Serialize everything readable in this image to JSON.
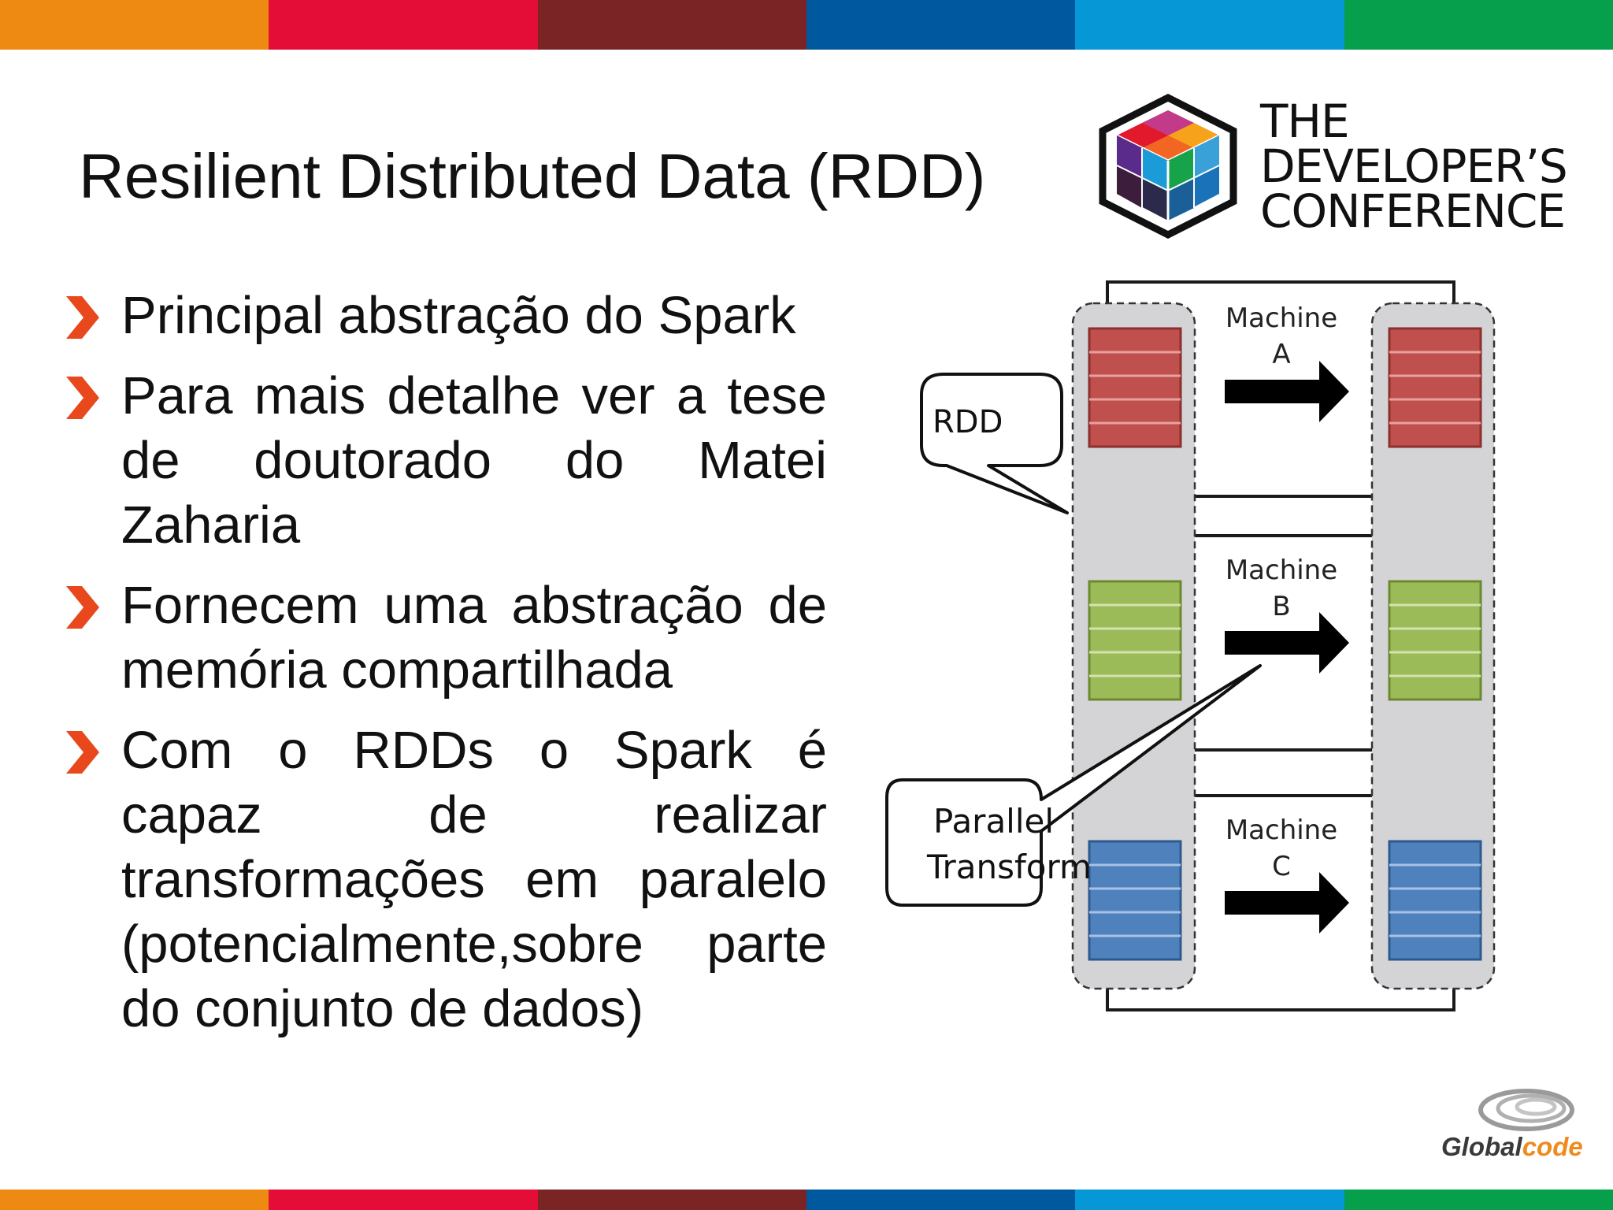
{
  "slide": {
    "title": "Resilient Distributed Data (RDD)",
    "bullets": [
      "Principal abstração do Spark",
      "Para mais detalhe ver a tese de doutorado do Matei Zaharia",
      "Fornecem uma abstração de memória compartilhada",
      "Com o RDDs o Spark é capaz de realizar transformações em paralelo (potencialmente,sobre parte do conjunto de dados)"
    ]
  },
  "brand": {
    "logo_lines": [
      "THE",
      "DEVELOPER’S",
      "CONFERENCE"
    ],
    "sponsor_part1": "Global",
    "sponsor_part2": "code"
  },
  "diagram": {
    "rdd_callout": "RDD",
    "parallel_callout_line1": "Parallel",
    "parallel_callout_line2": "Transform",
    "machines": [
      {
        "label1": "Machine",
        "label2": "A",
        "color": "#c0504d"
      },
      {
        "label1": "Machine",
        "label2": "B",
        "color": "#9bbb59"
      },
      {
        "label1": "Machine",
        "label2": "C",
        "color": "#4f81bd"
      }
    ]
  },
  "colors": {
    "stripes": [
      "#ee8a12",
      "#e30d37",
      "#7b2426",
      "#00589f",
      "#0698d6",
      "#06a04d"
    ],
    "bullet_chevron": "#e8481c",
    "sponsor_gray": "#3a3a3a",
    "sponsor_orange": "#f08a1c"
  }
}
